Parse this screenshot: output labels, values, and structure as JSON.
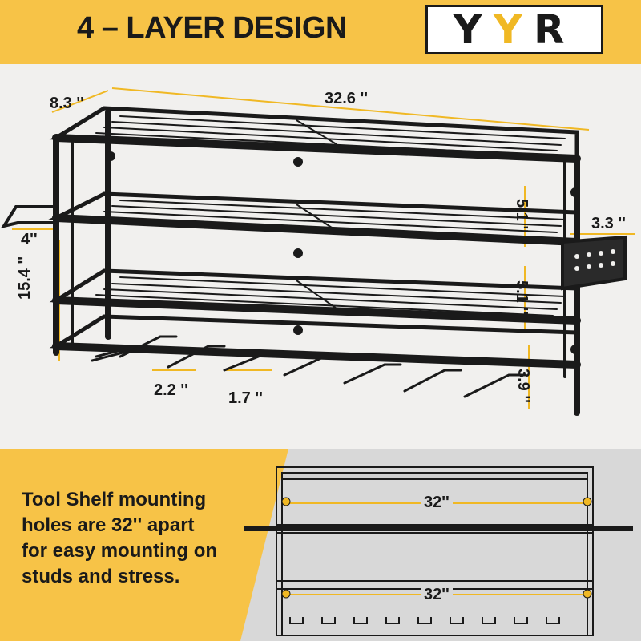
{
  "header": {
    "title": "4 – LAYER DESIGN"
  },
  "logo": {
    "l1": "Y",
    "l2": "Y",
    "l3": "R",
    "border_color": "#1a1a1a",
    "accent_color": "#f0b824"
  },
  "dimensions": {
    "depth": "8.3 ''",
    "width": "32.6 ''",
    "arm": "4''",
    "height": "15.4 ''",
    "shelf_gap_1": "5.1 ''",
    "shelf_gap_2": "5.1 ''",
    "side_bracket": "3.3 ''",
    "slot_spacing": "2.2 ''",
    "slot_width": "1.7 ''",
    "bottom_gap": "3.9 ''"
  },
  "promo": {
    "lines": [
      "Tool Shelf mounting",
      "holes are 32'' apart",
      "for easy mounting on",
      "studs and stress."
    ]
  },
  "blueprint": {
    "top_span": "32''",
    "bottom_span": "32''"
  },
  "colors": {
    "yellow": "#f7c347",
    "dark": "#1a1a1a",
    "light_bg": "#f1f0ee",
    "grey_bg": "#d8d8d8",
    "dim_orange": "#f0b824"
  }
}
